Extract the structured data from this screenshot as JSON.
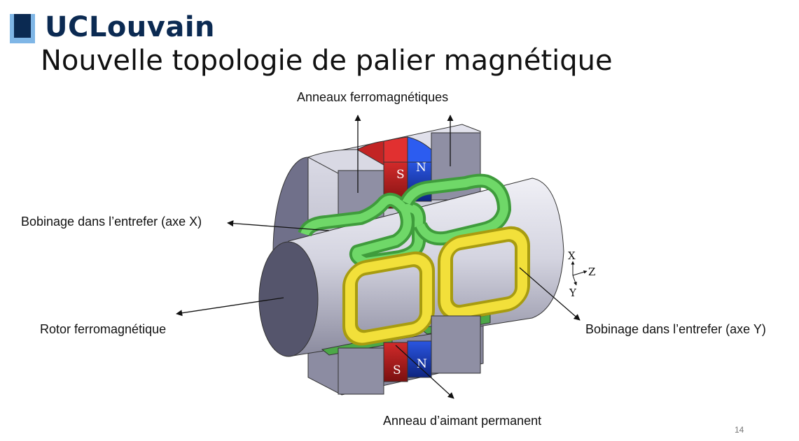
{
  "logo": {
    "text": "UCLouvain",
    "colors": {
      "dark": "#0b2a52",
      "light": "#7fb6e6"
    }
  },
  "title": "Nouvelle topologie de palier magnétique",
  "labels": {
    "rings": "Anneaux ferromagnétiques",
    "winding_x": "Bobinage dans l’entrefer (axe X)",
    "rotor": "Rotor ferromagnétique",
    "winding_y": "Bobinage dans l’entrefer (axe Y)",
    "magnet": "Anneau d’aimant permanent"
  },
  "magnet_poles": {
    "south": "S",
    "north": "N"
  },
  "axes": {
    "x": "X",
    "y": "Y",
    "z": "Z"
  },
  "colors": {
    "south_pole": "#a81c1c",
    "north_pole": "#1a3aa8",
    "winding_x": "#5cc85a",
    "winding_y": "#f2e03a",
    "steel": "#b8b8c8"
  },
  "page_number": "14"
}
